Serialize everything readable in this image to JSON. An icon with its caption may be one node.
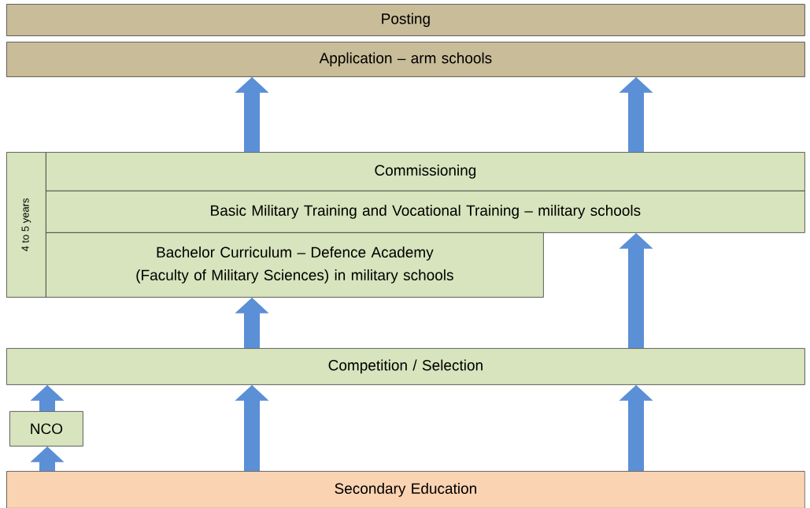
{
  "diagram": {
    "nodes": [
      {
        "text": [
          "Posting"
        ]
      },
      {
        "text": [
          "Application – arm schools"
        ]
      },
      {
        "text": [
          "4 to 5 years"
        ]
      },
      {
        "text": [
          "Commissioning"
        ]
      },
      {
        "text": [
          "Basic Military Training and Vocational Training – military schools"
        ]
      },
      {
        "text": [
          "Bachelor Curriculum – Defence Academy (Faculty of Military Sciences) in military schools"
        ]
      },
      {
        "text": [
          "Competition / Selection"
        ]
      },
      {
        "text": [
          "NCO"
        ]
      },
      {
        "text": [
          "Secondary Education"
        ]
      }
    ],
    "edges": [
      {
        "from": 3,
        "to": 1,
        "arrow": "to"
      },
      {
        "from": 3,
        "to": 1,
        "arrow": "to"
      },
      {
        "from": 6,
        "to": 5,
        "arrow": "to"
      },
      {
        "from": 6,
        "to": 4,
        "arrow": "to"
      },
      {
        "from": 8,
        "to": 7,
        "arrow": "to"
      },
      {
        "from": 7,
        "to": 6,
        "arrow": "to"
      },
      {
        "from": 8,
        "to": 6,
        "arrow": "to"
      },
      {
        "from": 8,
        "to": 6,
        "arrow": "to"
      }
    ]
  }
}
